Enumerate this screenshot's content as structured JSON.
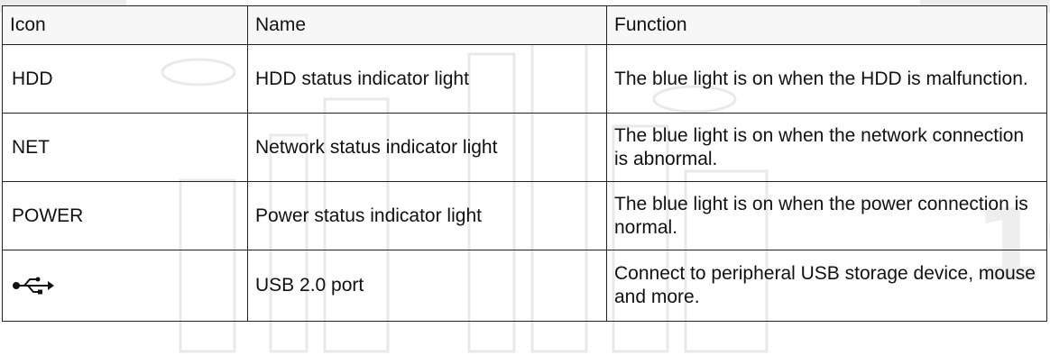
{
  "table": {
    "headers": {
      "icon": "Icon",
      "name": "Name",
      "function": "Function"
    },
    "rows": [
      {
        "icon": "HDD",
        "name": "HDD status indicator light",
        "function": "The blue light is on when the HDD is malfunction."
      },
      {
        "icon": "NET",
        "name": "Network status indicator light",
        "function": "The blue light is on when the network connection is abnormal."
      },
      {
        "icon": "POWER",
        "name": "Power status indicator light",
        "function": "The blue light is on when the power connection is normal."
      },
      {
        "icon_symbol": "usb-icon",
        "name": "USB 2.0 port",
        "function": "Connect to peripheral USB storage device, mouse and more."
      }
    ]
  }
}
